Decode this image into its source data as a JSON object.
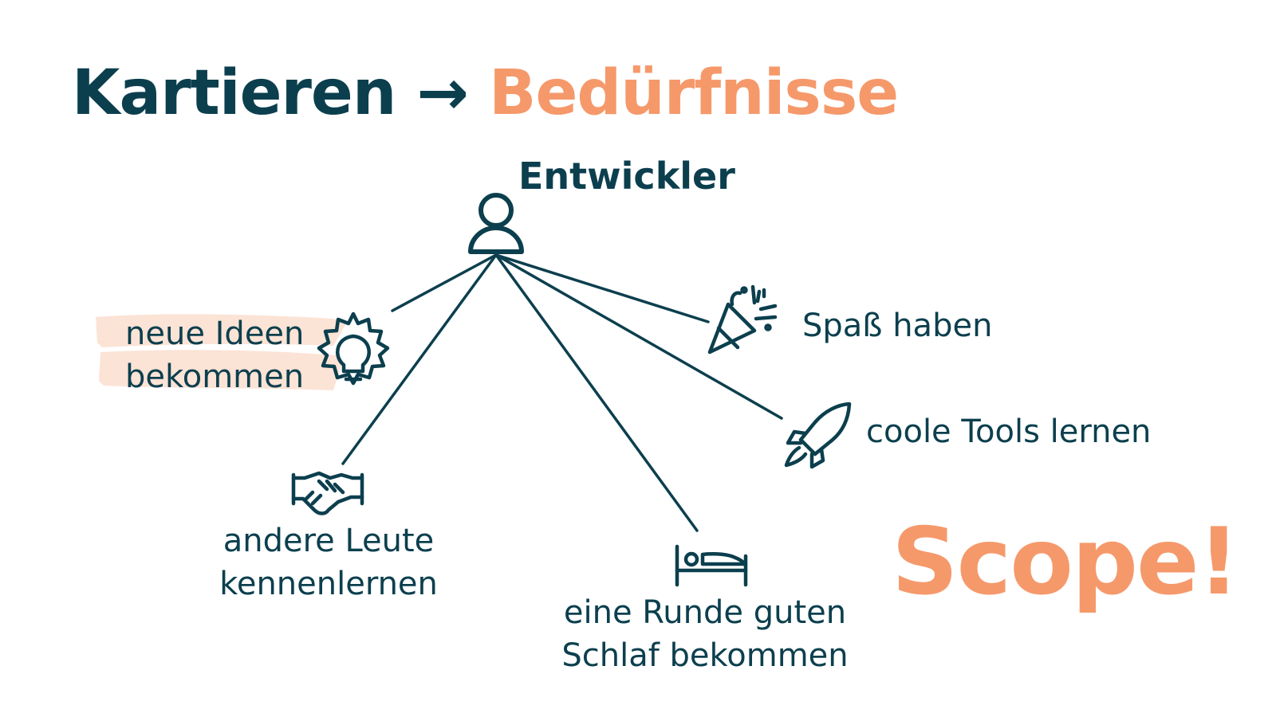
{
  "title": {
    "part_a": "Kartieren",
    "arrow": "→",
    "part_b": "Bedürfnisse"
  },
  "actor": {
    "label": "Entwickler",
    "icon": "person-icon"
  },
  "needs": [
    {
      "id": "ideas",
      "lines": [
        "neue Ideen",
        "bekommen"
      ],
      "icon": "lightbulb-gear-icon",
      "highlighted": true
    },
    {
      "id": "people",
      "lines": [
        "andere Leute",
        "kennenlernen"
      ],
      "icon": "handshake-icon"
    },
    {
      "id": "sleep",
      "lines": [
        "eine Runde guten",
        "Schlaf bekommen"
      ],
      "icon": "bed-icon"
    },
    {
      "id": "fun",
      "lines": [
        "Spaß haben"
      ],
      "icon": "party-popper-icon"
    },
    {
      "id": "tools",
      "lines": [
        "coole Tools lernen"
      ],
      "icon": "rocket-icon"
    }
  ],
  "callout": "Scope!",
  "colors": {
    "primary": "#0c3f4e",
    "accent": "#f5996b",
    "highlight": "#fbe3d6"
  }
}
